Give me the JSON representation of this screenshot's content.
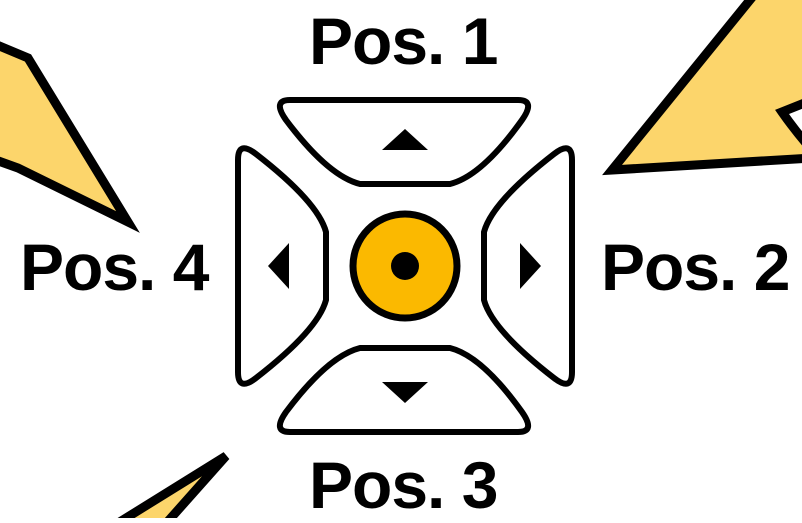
{
  "labels": {
    "pos1": "Pos. 1",
    "pos2": "Pos. 2",
    "pos3": "Pos. 3",
    "pos4": "Pos. 4"
  },
  "colors": {
    "outline": "#000000",
    "button_fill": "#ffffff",
    "center_fill": "#fbb900",
    "callout_fill": "#fcd56b"
  },
  "icons": {
    "up": "triangle-up-icon",
    "right": "triangle-right-icon",
    "down": "triangle-down-icon",
    "left": "triangle-left-icon",
    "center": "center-dot-icon"
  }
}
